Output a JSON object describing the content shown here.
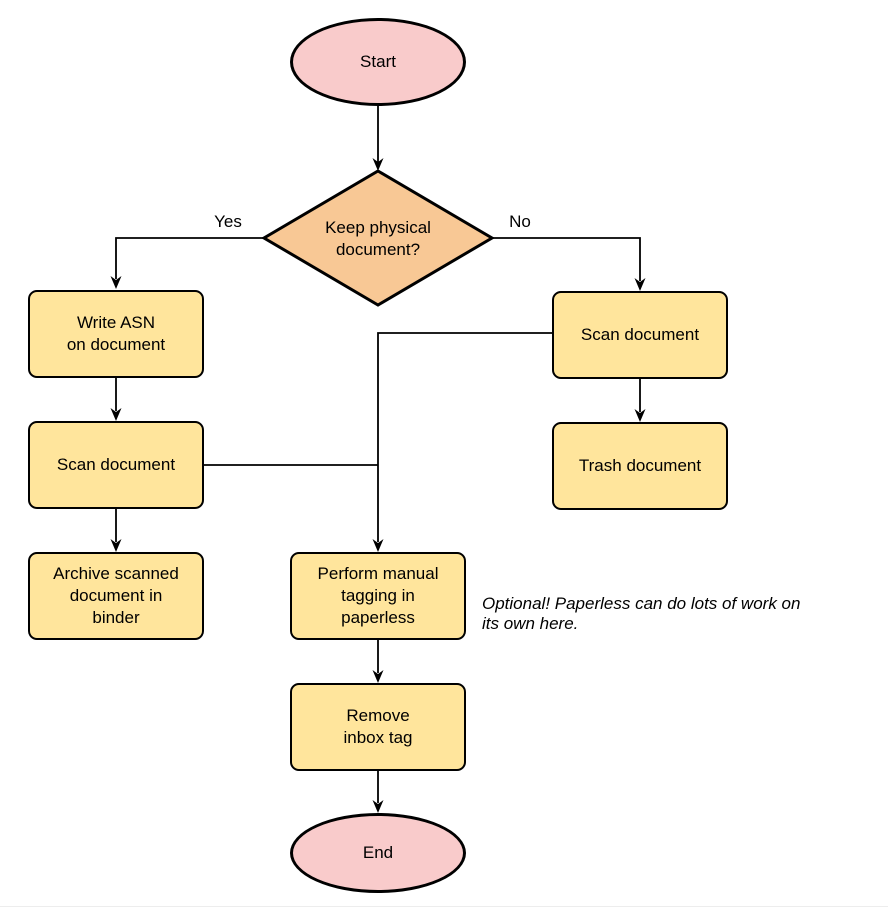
{
  "colors": {
    "stroke": "#000000",
    "terminal_fill": "#f9cbcb",
    "decision_fill": "#f8c895",
    "process_fill": "#ffe59c",
    "background": "#ffffff"
  },
  "flowchart": {
    "start": "Start",
    "decision": "Keep physical\ndocument?",
    "yes_label": "Yes",
    "no_label": "No",
    "write_asn": "Write ASN\non document",
    "scan_left": "Scan document",
    "archive": "Archive scanned\ndocument in\nbinder",
    "scan_right": "Scan document",
    "trash": "Trash document",
    "tagging": "Perform manual\ntagging in\npaperless",
    "remove_inbox": "Remove\ninbox tag",
    "end": "End",
    "note": "Optional! Paperless can do lots of work on\nits own here."
  }
}
